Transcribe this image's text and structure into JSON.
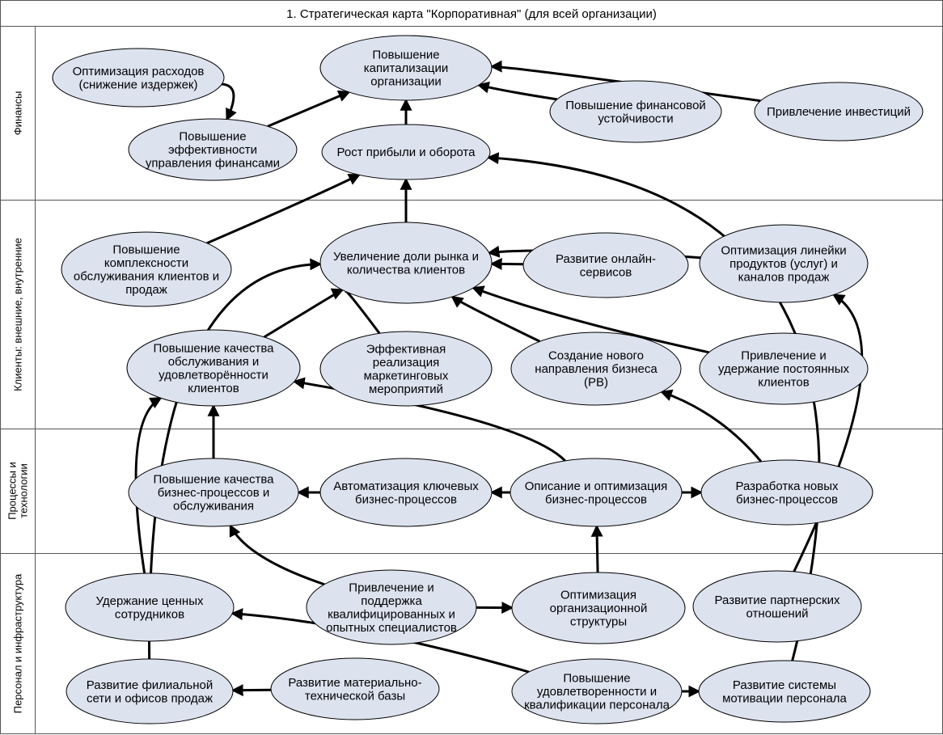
{
  "title": "1. Стратегическая карта \"Корпоративная\" (для всей организации)",
  "colors": {
    "node_fill": "#dde2ef",
    "line": "#000000",
    "border": "#555555"
  },
  "lanes": [
    {
      "id": "finance",
      "label": [
        "Финансы"
      ]
    },
    {
      "id": "clients",
      "label": [
        "Клиенты: внешние, внутренние"
      ]
    },
    {
      "id": "processes",
      "label": [
        "Процессы и",
        "технологии"
      ]
    },
    {
      "id": "personnel",
      "label": [
        "Персонал и инфраструктура"
      ]
    }
  ],
  "nodes": [
    {
      "id": "cost_opt",
      "lines": [
        "Оптимизация расходов",
        "(снижение издержек)"
      ]
    },
    {
      "id": "capitalization",
      "lines": [
        "Повышение",
        "капитализации",
        "организации"
      ]
    },
    {
      "id": "fin_efficiency",
      "lines": [
        "Повышение",
        "эффективности",
        "управления финансами"
      ]
    },
    {
      "id": "fin_stability",
      "lines": [
        "Повышение финансовой",
        "устойчивости"
      ]
    },
    {
      "id": "investments",
      "lines": [
        "Привлечение инвестиций"
      ]
    },
    {
      "id": "profit_growth",
      "lines": [
        "Рост прибыли и оборота"
      ]
    },
    {
      "id": "complexity",
      "lines": [
        "Повышение",
        "комплексности",
        "обслуживания клиентов и",
        "продаж"
      ]
    },
    {
      "id": "market_share",
      "lines": [
        "Увеличение доли рынка и",
        "количества клиентов"
      ]
    },
    {
      "id": "online",
      "lines": [
        "Развитие онлайн-",
        "сервисов"
      ]
    },
    {
      "id": "product_line",
      "lines": [
        "Оптимизация линейки",
        "продуктов (услуг) и",
        "каналов продаж"
      ]
    },
    {
      "id": "service_quality",
      "lines": [
        "Повышение качества",
        "обслуживания и",
        "удовлетворённости",
        "клиентов"
      ]
    },
    {
      "id": "marketing",
      "lines": [
        "Эффективная",
        "реализация",
        "маркетинговых",
        "мероприятий"
      ]
    },
    {
      "id": "new_direction",
      "lines": [
        "Создание нового",
        "направления бизнеса",
        "(РВ)"
      ]
    },
    {
      "id": "retention_cl",
      "lines": [
        "Привлечение и",
        "удержание постоянных",
        "клиентов"
      ]
    },
    {
      "id": "bp_quality",
      "lines": [
        "Повышение качества",
        "бизнес-процессов и",
        "обслуживания"
      ]
    },
    {
      "id": "automation",
      "lines": [
        "Автоматизация ключевых",
        "бизнес-процессов"
      ]
    },
    {
      "id": "bp_description",
      "lines": [
        "Описание и оптимизация",
        "бизнес-процессов"
      ]
    },
    {
      "id": "new_bp",
      "lines": [
        "Разработка новых",
        "бизнес-процессов"
      ]
    },
    {
      "id": "keep_staff",
      "lines": [
        "Удержание ценных",
        "сотрудников"
      ]
    },
    {
      "id": "hire_specialists",
      "lines": [
        "Привлечение и",
        "поддержка",
        "квалифицированных и",
        "опытных специалистов"
      ]
    },
    {
      "id": "org_structure",
      "lines": [
        "Оптимизация",
        "организационной",
        "структуры"
      ]
    },
    {
      "id": "partners",
      "lines": [
        "Развитие партнерских",
        "отношений"
      ]
    },
    {
      "id": "branches",
      "lines": [
        "Развитие филиальной",
        "сети и офисов продаж"
      ]
    },
    {
      "id": "material_base",
      "lines": [
        "Развитие материально-",
        "технической базы"
      ]
    },
    {
      "id": "satisfaction",
      "lines": [
        "Повышение",
        "удовлетворенности и",
        "квалификации персонала"
      ]
    },
    {
      "id": "motivation",
      "lines": [
        "Развитие системы",
        "мотивации персонала"
      ]
    }
  ],
  "links": [
    {
      "from": "cost_opt",
      "to": "fin_efficiency"
    },
    {
      "from": "fin_efficiency",
      "to": "capitalization"
    },
    {
      "from": "profit_growth",
      "to": "capitalization"
    },
    {
      "from": "fin_stability",
      "to": "capitalization"
    },
    {
      "from": "investments",
      "to": "capitalization"
    },
    {
      "from": "market_share",
      "to": "profit_growth"
    },
    {
      "from": "complexity",
      "to": "profit_growth"
    },
    {
      "from": "motivation",
      "to": "profit_growth"
    },
    {
      "from": "online",
      "to": "market_share"
    },
    {
      "from": "product_line",
      "to": "market_share"
    },
    {
      "from": "retention_cl",
      "to": "market_share"
    },
    {
      "from": "service_quality",
      "to": "market_share"
    },
    {
      "from": "new_direction",
      "to": "market_share"
    },
    {
      "from": "marketing",
      "to": "market_share"
    },
    {
      "from": "branches",
      "to": "market_share"
    },
    {
      "from": "keep_staff",
      "to": "service_quality"
    },
    {
      "from": "bp_quality",
      "to": "service_quality"
    },
    {
      "from": "bp_description",
      "to": "service_quality"
    },
    {
      "from": "new_bp",
      "to": "new_direction"
    },
    {
      "from": "automation",
      "to": "bp_quality"
    },
    {
      "from": "bp_description",
      "to": "automation"
    },
    {
      "from": "bp_description",
      "to": "new_bp"
    },
    {
      "from": "hire_specialists",
      "to": "bp_quality"
    },
    {
      "from": "org_structure",
      "to": "bp_description"
    },
    {
      "from": "hire_specialists",
      "to": "org_structure"
    },
    {
      "from": "satisfaction",
      "to": "keep_staff"
    },
    {
      "from": "material_base",
      "to": "branches"
    },
    {
      "from": "satisfaction",
      "to": "motivation"
    },
    {
      "from": "partners",
      "to": "product_line"
    }
  ]
}
